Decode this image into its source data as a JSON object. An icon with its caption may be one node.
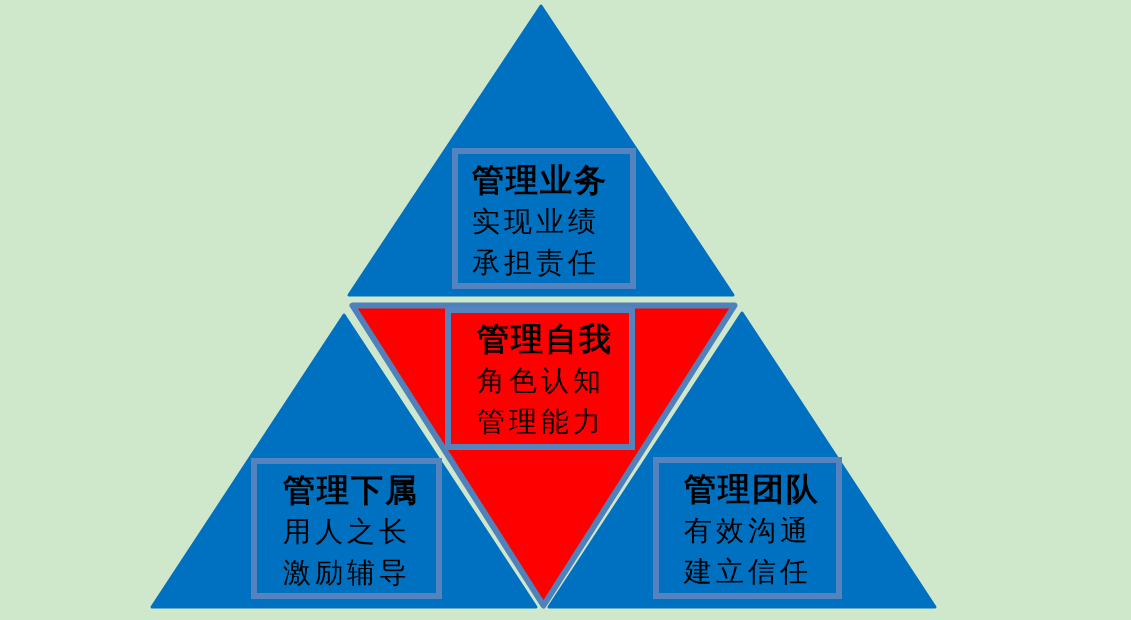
{
  "diagram": {
    "nodes": [
      {
        "text": [],
        "shape": "triangle"
      },
      {
        "text": [
          "管理业务",
          "实现业绩",
          "承担责任"
        ],
        "in": 0
      },
      {
        "text": [],
        "shape": "triangle"
      },
      {
        "text": [
          "管理自我",
          "角色认知",
          "管理能力"
        ],
        "in": 2
      },
      {
        "text": [],
        "shape": "triangle"
      },
      {
        "text": [
          "管理下属",
          "用人之长",
          "激励辅导"
        ],
        "in": 4
      },
      {
        "text": [],
        "shape": "triangle"
      },
      {
        "text": [
          "管理团队",
          "有效沟通",
          "建立信任"
        ],
        "in": 6
      }
    ]
  }
}
